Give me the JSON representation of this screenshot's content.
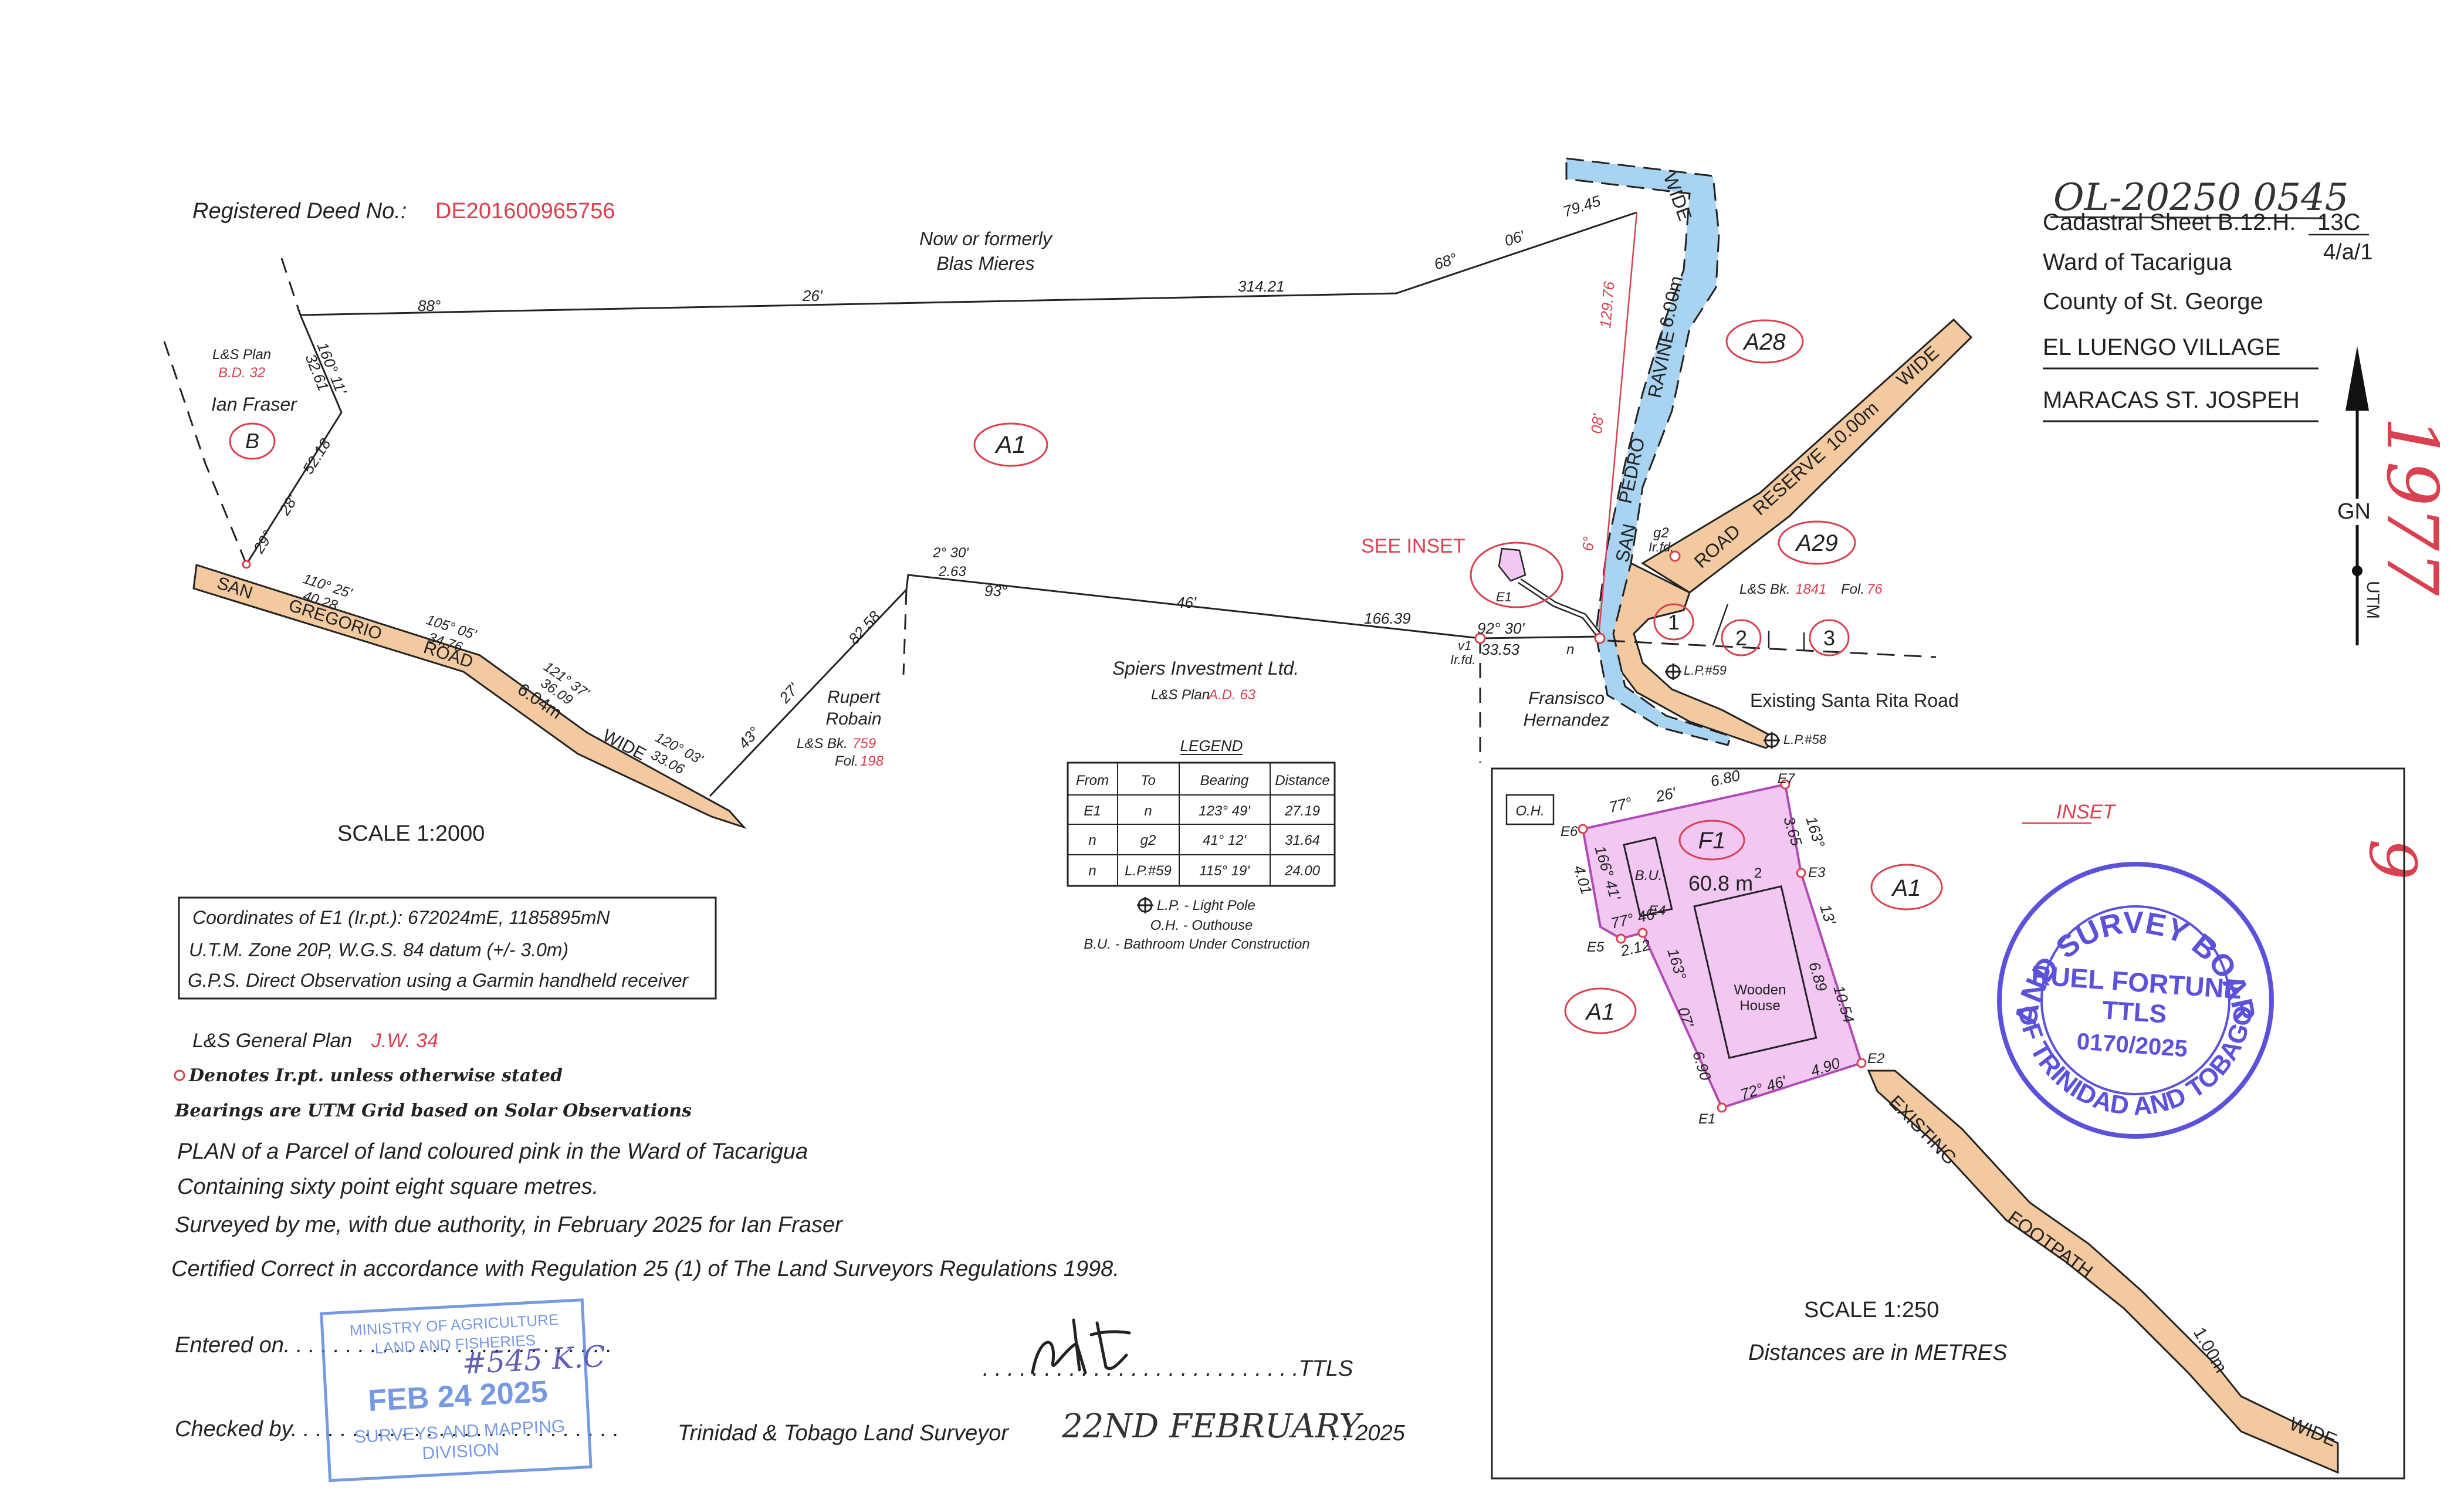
{
  "header": {
    "file_ref": "OL-20250 0545",
    "sheet_label": "Cadastral Sheet B.12.H.",
    "sheet_num": "13C",
    "sheet_sub": "4/a/1",
    "ward": "Ward of Tacarigua",
    "county": "County of St. George",
    "village": "EL LUENGO VILLAGE",
    "area_name": "MARACAS ST. JOSPEH",
    "north": "GN",
    "utm": "UTM",
    "side_number": "1977",
    "side_index": "9"
  },
  "deed": {
    "label": "Registered Deed No.:",
    "number": "DE201600965756"
  },
  "parcels": {
    "a1": "A1",
    "a28": "A28",
    "a29": "A29",
    "b": "B",
    "f1": "F1",
    "n1": "1",
    "n2": "2",
    "n3": "3"
  },
  "owners": {
    "blas_1": "Now or formerly",
    "blas_2": "Blas Mieres",
    "lsplan": "L&S Plan",
    "bd32": "B.D. 32",
    "ian": "Ian Fraser",
    "rupert_1": "Rupert",
    "rupert_2": "Robain",
    "lsbk": "L&S Bk.",
    "bk759": "759",
    "fol": "Fol.",
    "fol198": "198",
    "spiers": "Spiers Investment Ltd.",
    "ad63": "A.D. 63",
    "fran_1": "Fransisco",
    "fran_2": "Hernandez",
    "bk1841": "1841",
    "fol76": "76"
  },
  "roads": {
    "san_gregorio": [
      "SAN",
      "GREGORIO",
      "ROAD",
      "6.04m",
      "WIDE"
    ],
    "ravine": [
      "SAN",
      "PEDRO",
      "RAVINE",
      "6.00m",
      "WIDE"
    ],
    "reserve": [
      "ROAD",
      "RESERVE",
      "10.00m",
      "WIDE"
    ],
    "santa_rita": "Existing Santa Rita Road",
    "footpath": [
      "EXISTING",
      "FOOTPATH",
      "1.00m",
      "WIDE"
    ]
  },
  "dims": {
    "d88": "88°",
    "d26": "26'",
    "d31421": "314.21",
    "d68": "68°",
    "d06": "06'",
    "d7945": "79.45",
    "d12976": "129.76",
    "d08": "08'",
    "d6": "6°",
    "d160": "160° 11'",
    "d3261": "32.61",
    "d5218": "52.18",
    "d29": "29°",
    "d28": "28'",
    "d110": "110° 25'",
    "d4028": "40.28",
    "d105": "105° 05'",
    "d3476": "34.76",
    "d121": "121° 37'",
    "d3609": "36.09",
    "d120": "120° 03'",
    "d3306": "33.06",
    "d43": "43°",
    "d27": "27'",
    "d8258": "82.58",
    "d230": "2° 30'",
    "d263": "2.63",
    "d93": "93°",
    "d46": "46'",
    "d16639": "166.39",
    "d9230": "92° 30'",
    "d3353": "33.53",
    "v1": "v1",
    "irfd": "Ir.fd.",
    "n": "n",
    "g2": "g2",
    "e1": "E1",
    "lp59": "L.P.#59",
    "lp58": "L.P.#58"
  },
  "see_inset": "SEE INSET",
  "scale_main": "SCALE 1:2000",
  "legend": {
    "title": "LEGEND",
    "columns": [
      "From",
      "To",
      "Bearing",
      "Distance"
    ],
    "rows": [
      [
        "E1",
        "n",
        "123° 49'",
        "27.19"
      ],
      [
        "n",
        "g2",
        "41° 12'",
        "31.64"
      ],
      [
        "n",
        "L.P.#59",
        "115° 19'",
        "24.00"
      ]
    ],
    "key_lp": "L.P. - Light Pole",
    "key_oh": "O.H. - Outhouse",
    "key_bu": "B.U. - Bathroom Under Construction"
  },
  "coords": {
    "line1": "Coordinates of E1 (Ir.pt.): 672024mE, 1185895mN",
    "line2": "U.T.M. Zone 20P, W.G.S. 84 datum (+/- 3.0m)",
    "line3": "G.P.S. Direct Observation using a Garmin handheld receiver"
  },
  "notes": {
    "general_plan": "L&S General Plan",
    "jw34": "J.W. 34",
    "irpt": "Denotes Ir.pt. unless otherwise stated",
    "bearings": "Bearings are UTM Grid based on Solar Observations",
    "plan": "PLAN of a Parcel of land coloured pink in the Ward of Tacarigua",
    "containing": "Containing sixty point eight square metres.",
    "surveyed": "Surveyed by me, with due authority, in February 2025 for Ian Fraser",
    "certified": "Certified Correct in accordance with Regulation 25 (1) of The Land Surveyors Regulations 1998."
  },
  "signoff": {
    "entered": "Entered on. . . . . . . . . . . . . . . . . . . . . . . . . . .",
    "ttls_line": ". . . . . . . . . . . . . . . . . . . . . . . . . .TTLS",
    "checked": "Checked by. . . . . . . . . . . . . . . . . . . . . . . . . . .",
    "surveyor": "Trinidad & Tobago Land Surveyor",
    "date_hand": "22ND FEBRUARY",
    "year_dots": ". . 2025"
  },
  "stamp_ministry": {
    "top": "MINISTRY OF AGRICULTURE",
    "mid": "LAND AND FISHERIES",
    "code": "#545 K.C",
    "date": "FEB 24 2025",
    "bottom1": "SURVEYS AND MAPPING",
    "bottom2": "DIVISION"
  },
  "stamp_board": {
    "top": "LAND SURVEY BOARD",
    "bottom": "OF TRINIDAD AND TOBAGO",
    "name": "RUEL FORTUNE",
    "title": "TTLS",
    "number": "0170/2025"
  },
  "inset": {
    "title": "INSET",
    "oh": "O.H.",
    "bu": "B.U.",
    "area": "60.8 m",
    "area_sup": "2",
    "house_1": "Wooden",
    "house_2": "House",
    "a1a": "A1",
    "a1b": "A1",
    "e1": "E1",
    "e2": "E2",
    "e3": "E3",
    "e4": "E4",
    "e5": "E5",
    "e6": "E6",
    "e7": "E7",
    "d77": "77°",
    "d26": "26'",
    "d680": "6.80",
    "d163a": "163°",
    "d13": "13'",
    "d365": "3.65",
    "d689": "6.89",
    "d1054": "10.54",
    "d72": "72° 46'",
    "d490": "4.90",
    "d166": "166° 41'",
    "d401": "4.01",
    "d7746": "77° 46'",
    "d212": "2.12",
    "d163b": "163°",
    "d07": "07'",
    "d690": "6.90",
    "scale": "SCALE 1:250",
    "units": "Distances are in METRES"
  },
  "colors": {
    "pink": "#f2c7f2",
    "pink_line": "#b04ab4",
    "road": "#f3c9a0",
    "ravine": "#a9d4f1",
    "red": "#d94050",
    "stamp": "#4a3fd6"
  }
}
